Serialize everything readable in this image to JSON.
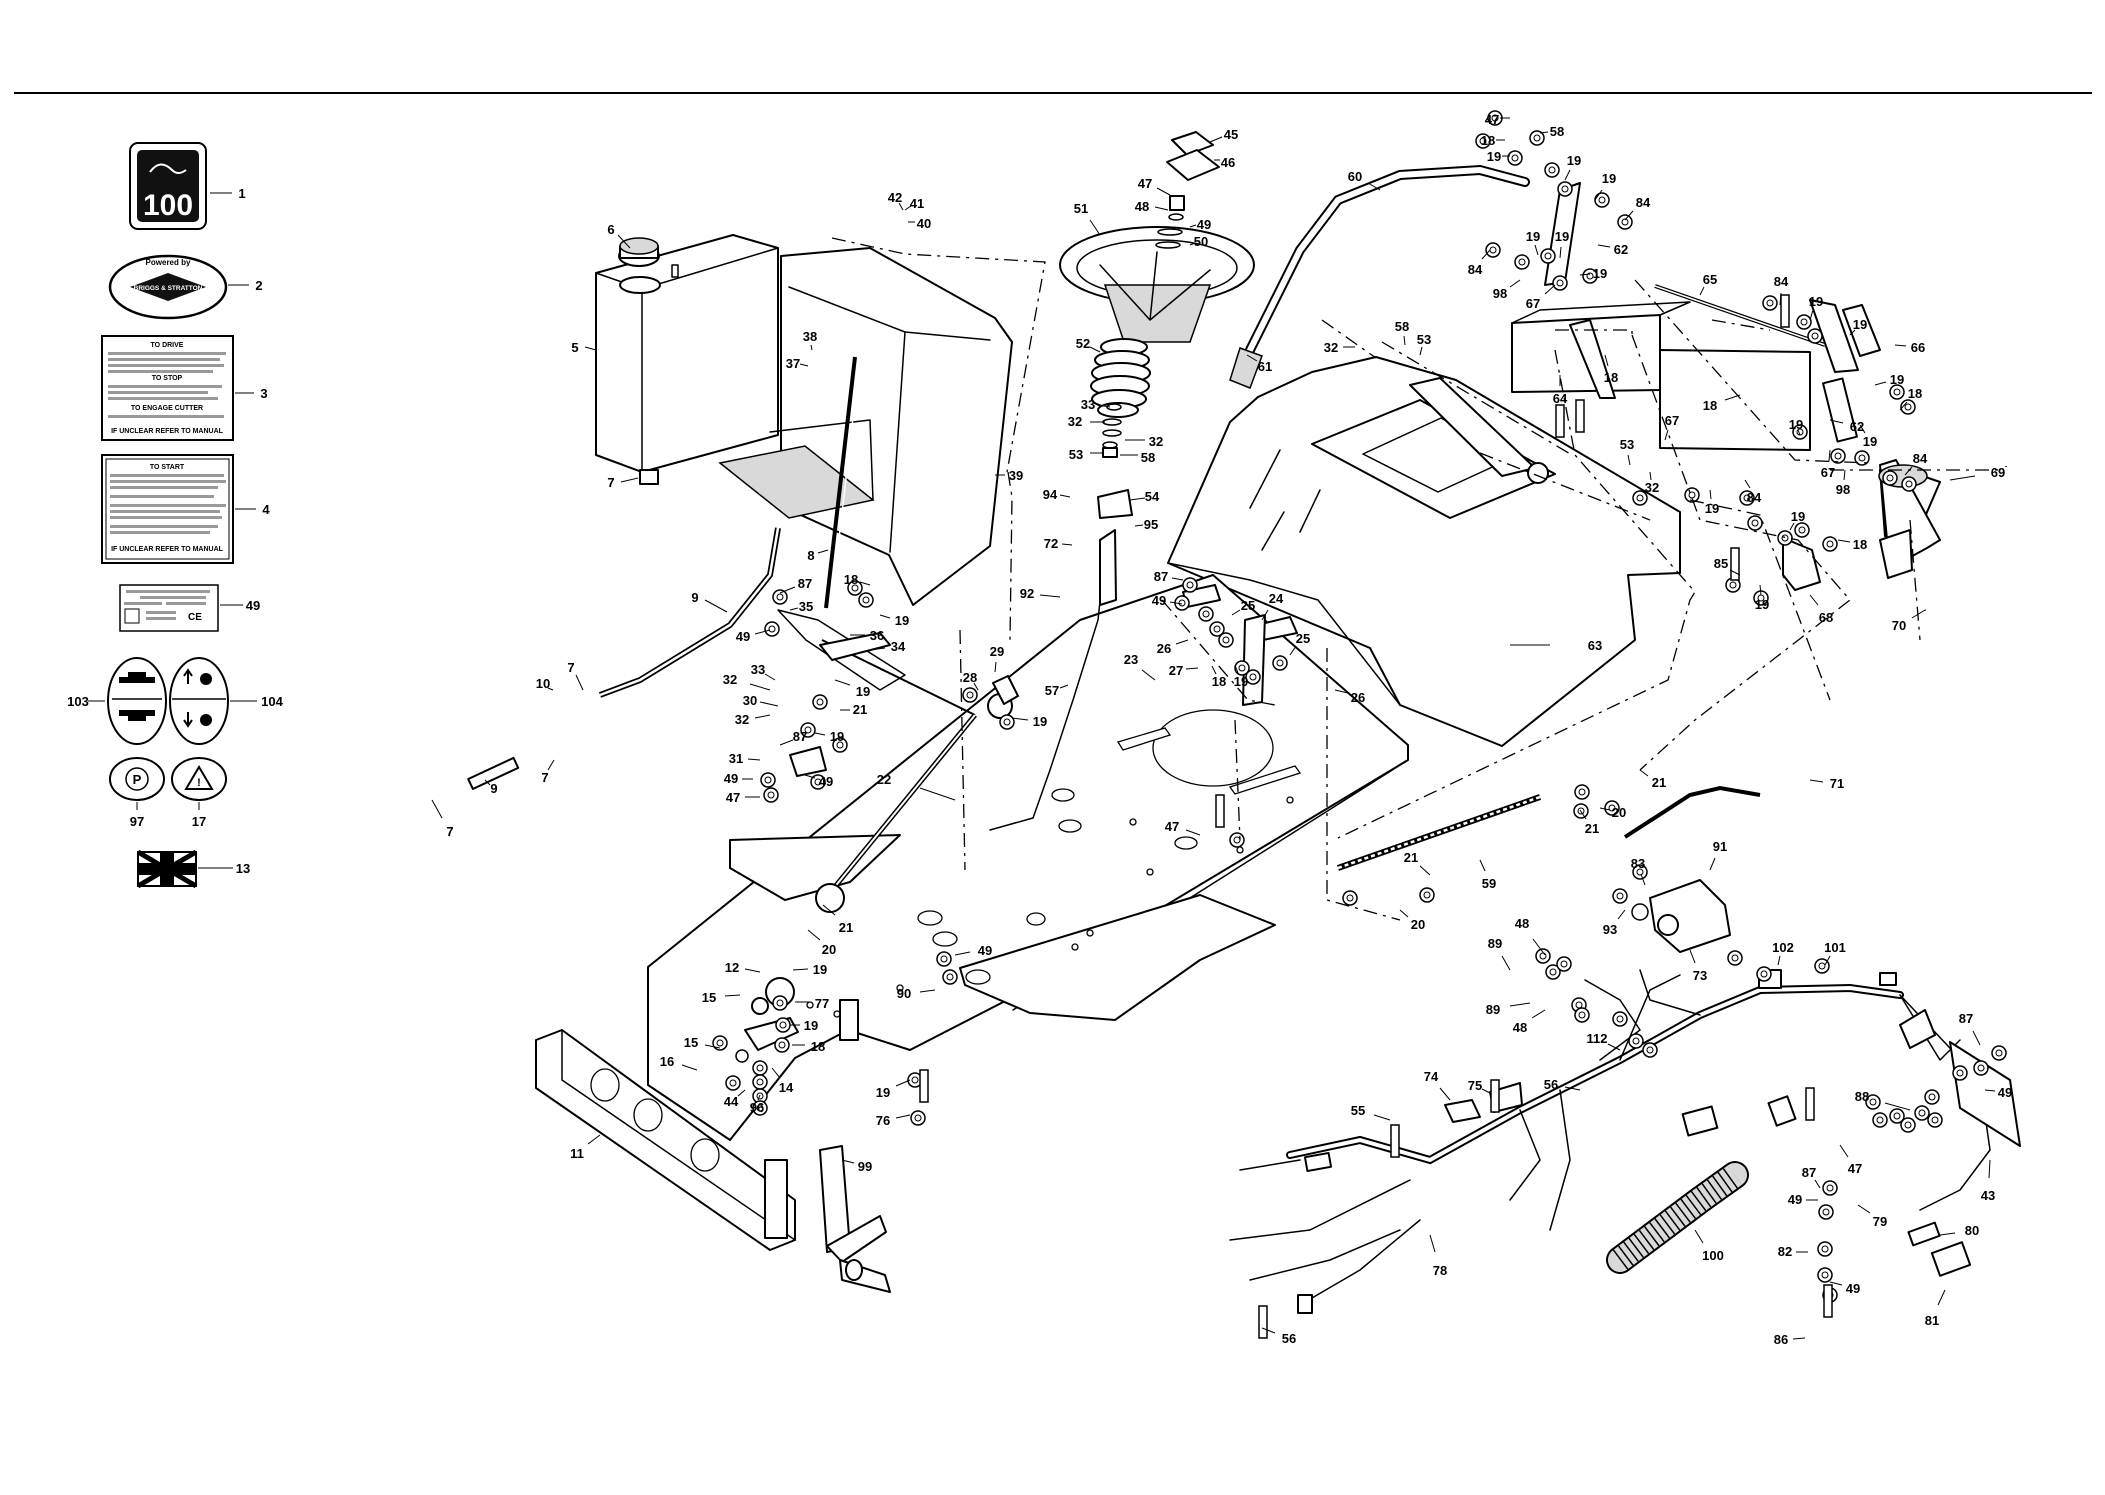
{
  "badges": {
    "model_number": "100",
    "powered_by": "Powered by",
    "engine_brand": "BRIGGS & STRATTON",
    "park_symbol": "P",
    "warning_symbol": "!"
  },
  "decals": {
    "drive_plate": {
      "heading_drive": "TO DRIVE",
      "heading_stop": "TO STOP",
      "heading_cutter": "TO ENGAGE CUTTER",
      "footer": "IF UNCLEAR REFER TO MANUAL"
    },
    "start_plate": {
      "heading": "TO START",
      "footer": "IF UNCLEAR REFER TO MANUAL"
    },
    "ce_plate": {
      "mark": "CE"
    }
  },
  "callouts": [
    "1",
    "2",
    "3",
    "4",
    "5",
    "6",
    "7",
    "8",
    "9",
    "10",
    "11",
    "12",
    "13",
    "14",
    "15",
    "16",
    "17",
    "18",
    "19",
    "20",
    "21",
    "22",
    "23",
    "24",
    "25",
    "26",
    "27",
    "28",
    "29",
    "30",
    "31",
    "32",
    "33",
    "34",
    "35",
    "36",
    "37",
    "38",
    "39",
    "40",
    "41",
    "42",
    "43",
    "44",
    "45",
    "46",
    "47",
    "48",
    "49",
    "50",
    "51",
    "52",
    "53",
    "54",
    "55",
    "56",
    "57",
    "58",
    "59",
    "60",
    "61",
    "62",
    "63",
    "64",
    "65",
    "66",
    "67",
    "68",
    "69",
    "70",
    "71",
    "72",
    "73",
    "74",
    "75",
    "76",
    "77",
    "78",
    "79",
    "80",
    "81",
    "82",
    "83",
    "84",
    "85",
    "86",
    "87",
    "88",
    "89",
    "90",
    "91",
    "92",
    "93",
    "94",
    "95",
    "96",
    "97",
    "98",
    "99",
    "100",
    "101",
    "102",
    "103",
    "104",
    "112"
  ]
}
